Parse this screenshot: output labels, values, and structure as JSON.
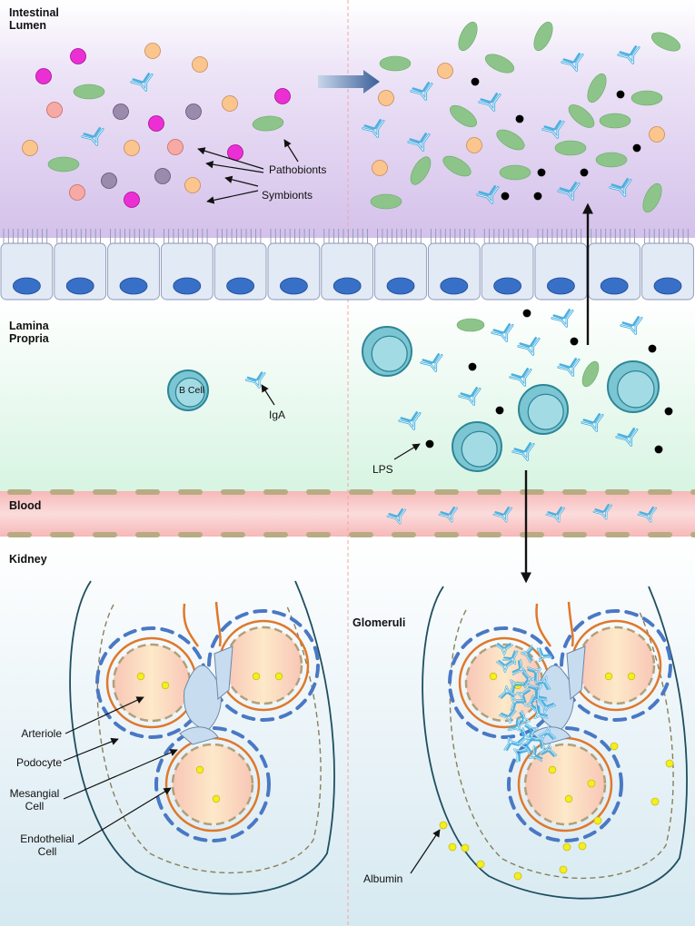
{
  "sections": {
    "lumen": "Intestinal\nLumen",
    "lamina": "Lamina\nPropria",
    "blood": "Blood",
    "kidney": "Kidney",
    "glomeruli": "Glomeruli"
  },
  "labels": {
    "pathobionts": "Pathobionts",
    "symbionts": "Symbionts",
    "bcell": "B Cell",
    "iga": "IgA",
    "lps": "LPS",
    "arteriole": "Arteriole",
    "podocyte": "Podocyte",
    "mesangial": "Mesangial\nCell",
    "endothelial": "Endothelial\nCell",
    "albumin": "Albumin"
  },
  "colors": {
    "lumen": "#d7c6ec",
    "lamina": "#dcf5e6",
    "blood": "#f8c4c4",
    "kidney": "#dfeef4",
    "pathobiont": "#8dc48a",
    "symbiont_magenta": "#ec2fd4",
    "symbiont_orange": "#fbc58e",
    "symbiont_salmon": "#f7aaa4",
    "symbiont_purple": "#9a8aac",
    "iga": "#4ab0e0",
    "lps": "#000000",
    "bcell": "#7cc5d3",
    "nucleus": "#3870c8",
    "arteriole": "#e0782c",
    "podocyte": "#4a78c4",
    "albumin": "#f5ee20"
  }
}
